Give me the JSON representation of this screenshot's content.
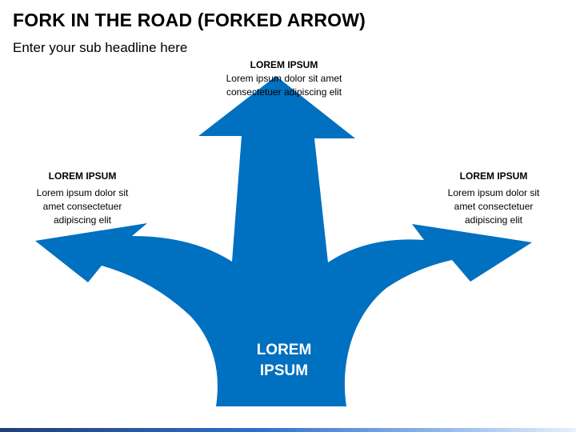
{
  "header": {
    "title": "FORK IN THE ROAD (FORKED ARROW)",
    "subtitle": "Enter your sub headline here"
  },
  "diagram": {
    "arrow_color": "#0070C0",
    "center": {
      "line1": "LOREM",
      "line2": "IPSUM"
    },
    "branches": [
      {
        "position": "top",
        "heading": "LOREM IPSUM",
        "body_line1": "Lorem ipsum dolor sit amet",
        "body_line2": "consectetuer adipiscing elit"
      },
      {
        "position": "left",
        "heading": "LOREM IPSUM",
        "body_line1": "Lorem ipsum dolor sit",
        "body_line2": "amet consectetuer",
        "body_line3": "adipiscing elit"
      },
      {
        "position": "right",
        "heading": "LOREM IPSUM",
        "body_line1": "Lorem ipsum dolor sit",
        "body_line2": "amet consectetuer",
        "body_line3": "adipiscing elit"
      }
    ]
  }
}
